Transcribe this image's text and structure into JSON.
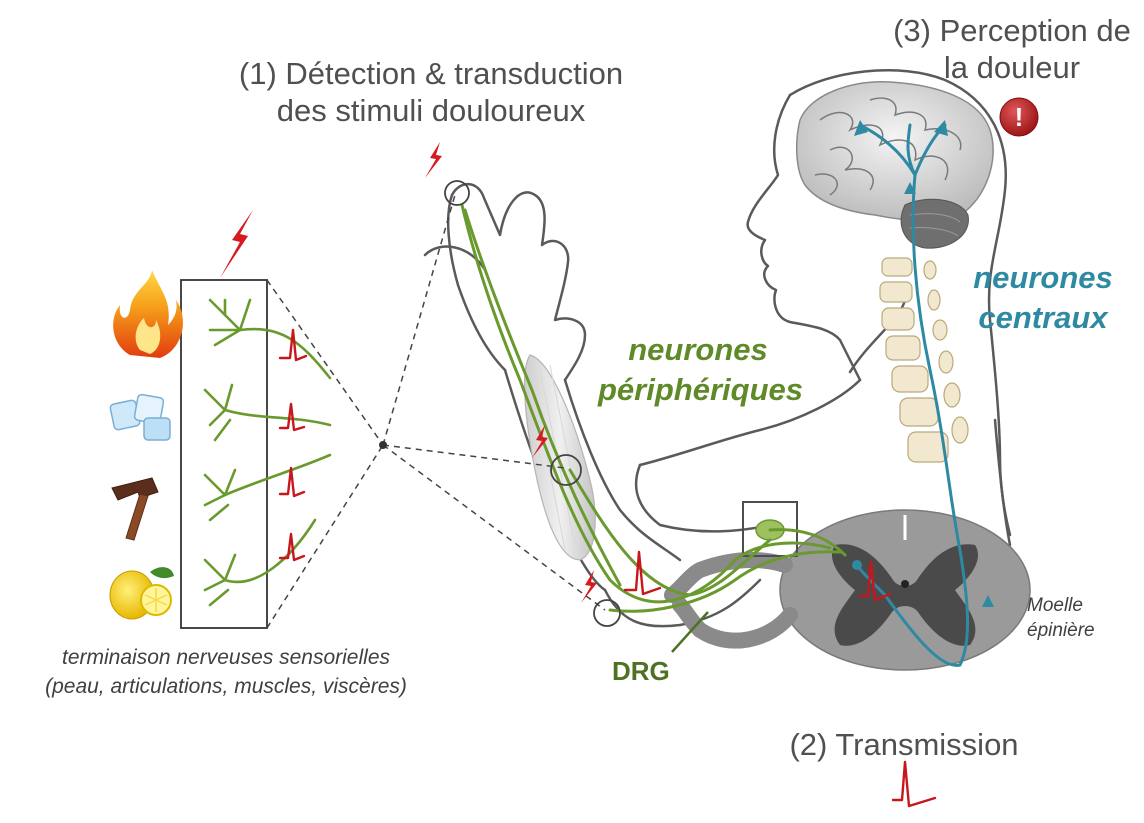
{
  "labels": {
    "step1_line1": "(1) Détection & transduction",
    "step1_line2": "des stimuli douloureux",
    "step2": "(2) Transmission",
    "step3_line1": "(3) Perception de",
    "step3_line2": "la douleur",
    "peripheral_line1": "neurones",
    "peripheral_line2": "périphériques",
    "central_line1": "neurones",
    "central_line2": "centraux",
    "drg": "DRG",
    "spinal_line1": "Moelle",
    "spinal_line2": "épinière",
    "endings_line1": "terminaison nerveuses sensorielles",
    "endings_line2": "(peau, articulations, muscles, viscères)",
    "alert_mark": "!"
  },
  "stimuli_icons": [
    "fire-icon",
    "ice-cubes-icon",
    "hammer-icon",
    "lemon-icon"
  ],
  "colors": {
    "peripheral_neuron": "#6a9a2e",
    "central_neuron": "#2e8aa3",
    "action_potential": "#c8161d",
    "outline": "#555555",
    "spinal_grey": "#9a9a9a",
    "spinal_dark": "#4a4a4a",
    "alert": "#c0282a"
  }
}
